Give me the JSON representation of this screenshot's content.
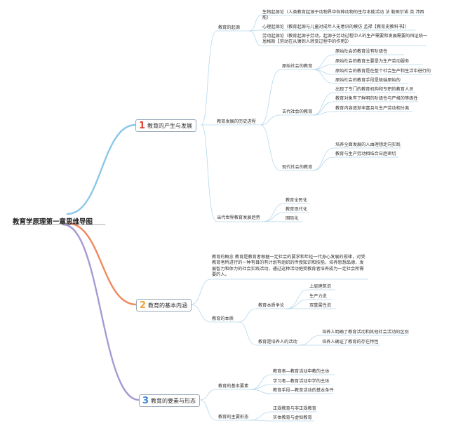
{
  "root": "教育学原理第一章思维导图",
  "b1": {
    "num": "1",
    "title": "教育的产生与发展",
    "origin": {
      "title": "教育的起源",
      "items": [
        "生物起源论（人类教育起源于动物界中各种动物的生存本能活动 法 勒图尔诺 英 沛西能）",
        "心理起源论（教育起源与儿童对成年人无意识的模仿 孟禄【教育史教科书】）",
        "劳动起源论（教育起源于劳动，起源于劳动过程中人的生产需要和发展需要的辩证统一 恩格斯【劳动在从猿到人转变过程中的作用】）"
      ]
    },
    "history": {
      "title": "教育发展的历史进程",
      "primitive": {
        "title": "原始社会的教育",
        "items": [
          "原始社会的教育没有阶级性",
          "原始社会的教育主要是为生产劳动服务",
          "原始社会的教育是在整个社会生产和生活中进行的",
          "原始社会的教育手段是极端原始的"
        ]
      },
      "ancient": {
        "title": "古代社会的教育",
        "items": [
          "出现了专门的教育机构和专职的教育人员",
          "教育对象有了鲜明的阶级性与严格的等级性",
          "教育内容逐渐丰富且与生产劳动相分离"
        ]
      },
      "modern": {
        "title": "现代社会的教育",
        "items": [
          "培养全面发展的人由理想走向实践",
          "教育与生产劳动相结合日趋密切"
        ]
      }
    },
    "trend": {
      "title": "当代世界教育发展趋势",
      "items": [
        "教育全民化",
        "教育现代化",
        "国际化"
      ]
    }
  },
  "b2": {
    "num": "2",
    "title": "教育的基本内涵",
    "concept": "教育的概念 教育是教育者根据一定社会的要求和年轻一代身心发展的规律，对受教育者所进行的一种有目的有计划有组织的传授知识和技能，培养思想品德，发展智力和体力的社会实践活动，通过这种活动把受教育者培养成为一定社会所需要的人。",
    "essence": {
      "title": "教育的本质",
      "debate": {
        "title": "教育本质争论",
        "items": [
          "上层建筑说",
          "生产力说",
          "双重属性说"
        ]
      },
      "cultivate": {
        "title": "教育是培养人的活动",
        "items": [
          "培养人明确了教育活动和其他社会活动的区别",
          "培养人确证了教育的存在特性"
        ]
      }
    }
  },
  "b3": {
    "num": "3",
    "title": "教育的要素与形态",
    "elements": {
      "title": "教育的基本要素",
      "items": [
        "教育者—教育活动中教的主体",
        "学习者—教育活动中学的主体",
        "教育手段—教育活动的基本条件"
      ]
    },
    "forms": {
      "title": "教育的主要形态",
      "items": [
        "正规教育与非正规教育",
        "实体教育与虚拟教育"
      ]
    }
  },
  "colors": {
    "b1": "#8cc6e8",
    "b2": "#ef8a5f",
    "b3": "#a79ad3",
    "line": "#b6d7ec"
  }
}
